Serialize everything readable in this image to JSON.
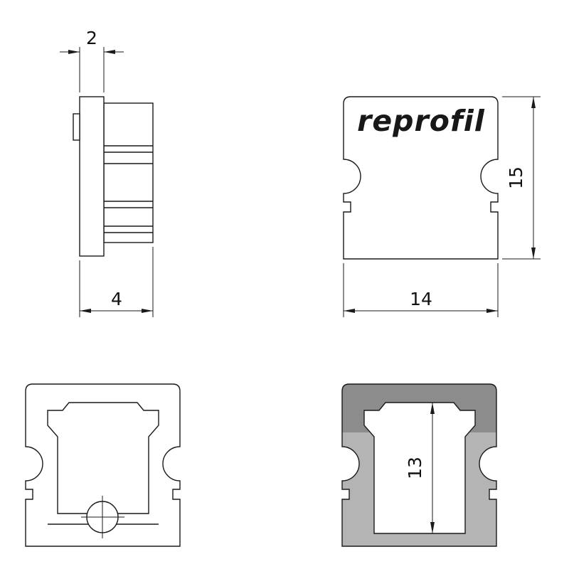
{
  "drawing": {
    "logo_text": "reprofil",
    "dims": {
      "cap_lip_depth": "2",
      "cap_total_depth": "4",
      "cap_height": "15",
      "cap_width": "14",
      "inner_height": "13"
    },
    "colors": {
      "line": "#1a1a1a",
      "section_light": "#b4b4b4",
      "section_dark": "#8c8c8c"
    }
  }
}
